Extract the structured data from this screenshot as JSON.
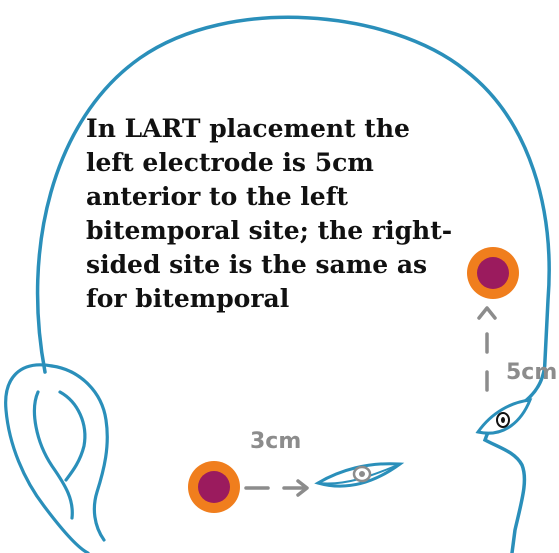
{
  "caption": {
    "lines": [
      "In LART placement the",
      "left electrode is 5cm",
      "anterior to the left",
      "bitemporal site; the right-",
      "sided site is the same as",
      "for bitemporal"
    ]
  },
  "measurements": {
    "horizontal": "3cm",
    "vertical": "5cm"
  },
  "colors": {
    "head_outline": "#2a8fba",
    "electrode_ring": "#f07e1d",
    "electrode_core": "#9b1b5e",
    "arrow": "#8c8c8c",
    "text": "#111111"
  }
}
